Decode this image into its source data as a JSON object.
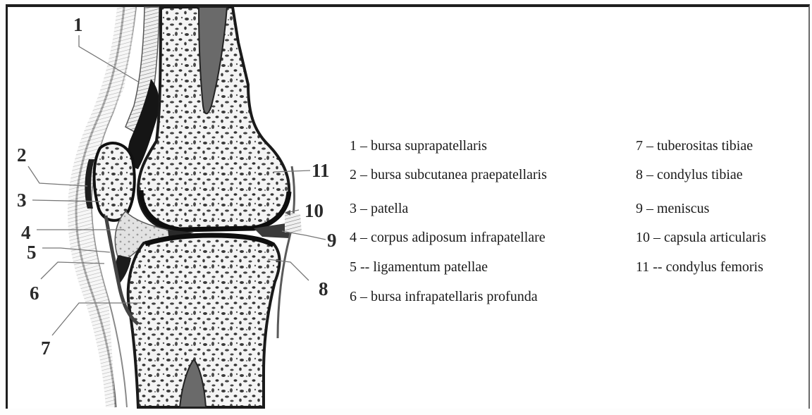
{
  "callouts": {
    "c1": "1",
    "c2": "2",
    "c3": "3",
    "c4": "4",
    "c5": "5",
    "c6": "6",
    "c7": "7",
    "c8": "8",
    "c9": "9",
    "c10": "10",
    "c11": "11"
  },
  "legend": {
    "left": [
      "1 – bursa suprapatellaris",
      "2 – bursa subcutanea praepatellaris",
      "3 – patella",
      "4 – corpus adiposum infrapatellare",
      "5 -- ligamentum patellae",
      "6 – bursa infrapatellaris profunda"
    ],
    "right": [
      "7 – tuberositas tibiae",
      "8 – condylus tibiae",
      "9 – meniscus",
      "10 – capsula articularis",
      "11 -- condylus femoris"
    ]
  }
}
